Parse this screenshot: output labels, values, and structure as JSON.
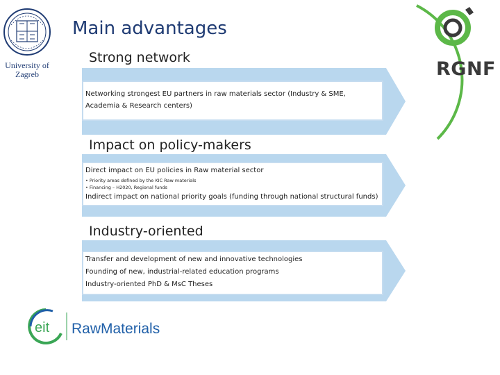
{
  "header": {
    "title": "Main advantages",
    "left_logo_text": [
      "University of",
      "Zagreb"
    ],
    "right_logo_text": "RGNF"
  },
  "sections": [
    {
      "heading": "Strong network",
      "text": "Networking strongest EU partners in raw materials sector (Industry & SME, Academia & Research centers)"
    },
    {
      "heading": "Impact on policy-makers",
      "line1": "Direct impact on EU policies in Raw material sector",
      "bullet1": "• Priority areas defined by the KIC Raw materials",
      "bullet2": "• Financing – H2020, Regional funds",
      "line2": "Indirect impact on national priority goals (funding through national structural funds)"
    },
    {
      "heading": "Industry-oriented",
      "lines": [
        "Transfer and development of new and innovative technologies",
        "Founding of new, industrial-related education programs",
        "Industry-oriented PhD & MsC Theses"
      ]
    }
  ],
  "footer": {
    "eit_logo_mark": "eit",
    "eit_logo_name": "RawMaterials"
  },
  "colors": {
    "title_blue": "#1f3b73",
    "arrow_blue": "#b9d7ee",
    "box_border": "#c5dcf0",
    "rgnf_green": "#5cb848",
    "rgnf_dark": "#3a3a3a",
    "eit_green": "#3aa655",
    "eit_blue": "#1f5fa8"
  }
}
